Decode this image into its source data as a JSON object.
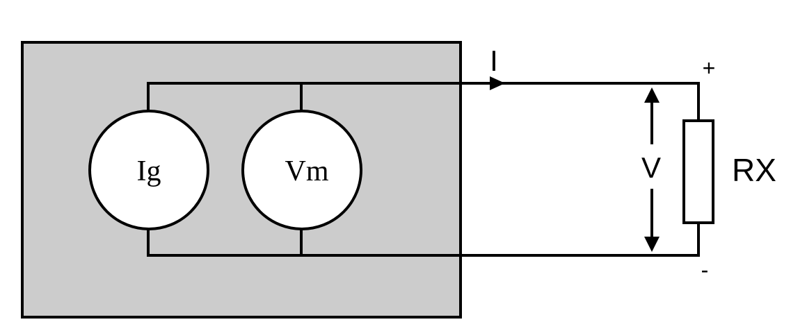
{
  "labels": {
    "current_source": "Ig",
    "voltmeter": "Vm",
    "current": "I",
    "voltage": "V",
    "resistor": "RX",
    "plus": "+",
    "minus": "-"
  },
  "colors": {
    "instrument_fill": "#cccccc",
    "line": "#000000",
    "component_fill": "#ffffff",
    "background": "#ffffff"
  }
}
